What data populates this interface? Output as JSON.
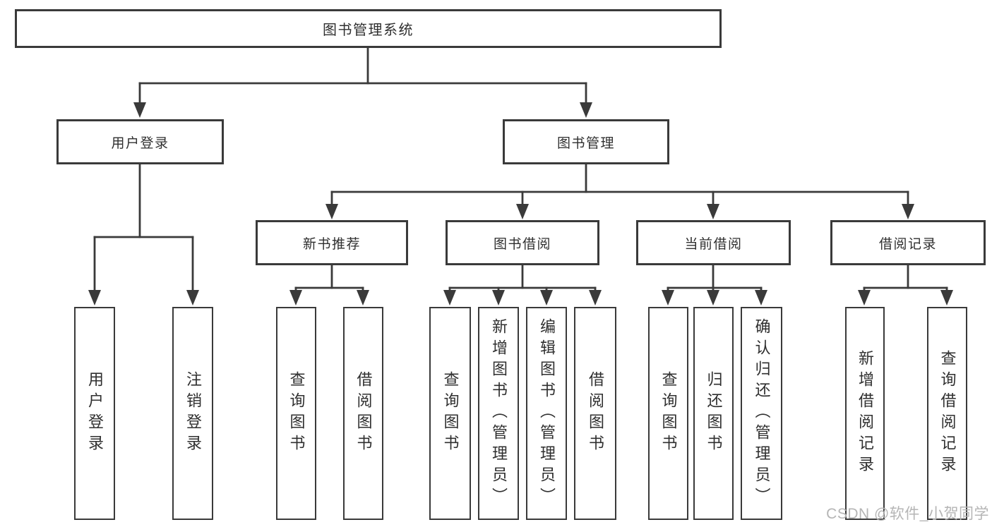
{
  "diagram": {
    "root": {
      "label": "图书管理系统"
    },
    "level2": [
      {
        "label": "用户登录"
      },
      {
        "label": "图书管理"
      }
    ],
    "level3": [
      {
        "label": "新书推荐"
      },
      {
        "label": "图书借阅"
      },
      {
        "label": "当前借阅"
      },
      {
        "label": "借阅记录"
      }
    ],
    "leaves": {
      "user_login": [
        {
          "label": "用户登录"
        },
        {
          "label": "注销登录"
        }
      ],
      "new_book_recommend": [
        {
          "label": "查询图书"
        },
        {
          "label": "借阅图书"
        }
      ],
      "book_borrow": [
        {
          "label": "查询图书"
        },
        {
          "label": "新增图书（管理员）"
        },
        {
          "label": "编辑图书（管理员）"
        },
        {
          "label": "借阅图书"
        }
      ],
      "current_borrow": [
        {
          "label": "查询图书"
        },
        {
          "label": "归还图书"
        },
        {
          "label": "确认归还（管理员）"
        }
      ],
      "borrow_record": [
        {
          "label": "新增借阅记录"
        },
        {
          "label": "查询借阅记录"
        }
      ]
    }
  },
  "watermark": {
    "text": "CSDN @软件_小贺同学"
  },
  "colors": {
    "line": "#3a3a3a",
    "text": "#2f2f2f",
    "watermark": "#b5b5b5",
    "background": "#ffffff"
  }
}
